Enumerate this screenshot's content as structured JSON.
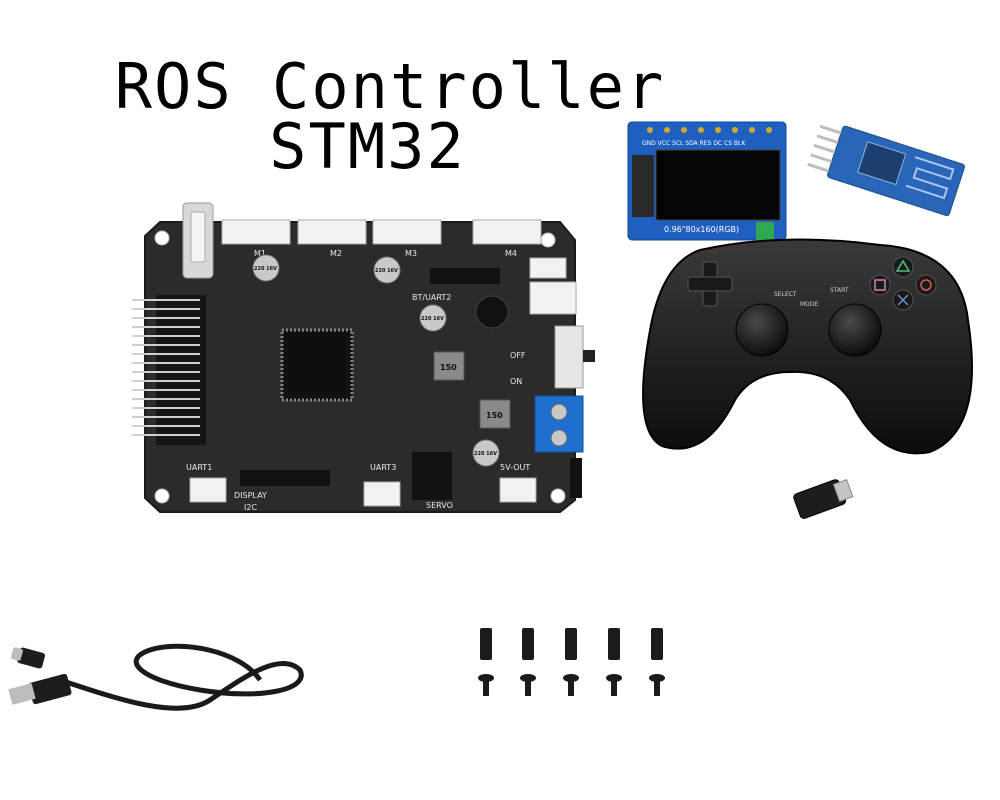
{
  "title": {
    "line1": "ROS Controller",
    "line2": "STM32"
  },
  "board": {
    "motor_headers": [
      "M1",
      "M2",
      "M3",
      "M4"
    ],
    "labels": {
      "bt_uart": "BT/UART2",
      "off": "OFF",
      "on": "ON",
      "uart1": "UART1",
      "uart3": "UART3",
      "display": "DISPLAY",
      "i2c": "I2C",
      "servo": "SERVO",
      "out_5v": "5V-OUT"
    },
    "parts": {
      "cap1": "220 16V",
      "cap2": "220 16V",
      "cap3": "220 16V",
      "cap4": "220 16V",
      "ind1": "150",
      "ind2": "150"
    }
  },
  "lcd": {
    "pin_labels": "GND VCC SCL SDA RES DC CS BLK",
    "spec": "0.96\"80x160(RGB)"
  },
  "gamepad": {
    "select": "SELECT",
    "mode": "MODE",
    "start": "START"
  },
  "colors": {
    "pcb": "#2b2b2b",
    "lcd_board": "#1f5fbf",
    "terminal_block": "#1f6fd0",
    "bluetooth_board": "#2a66b8"
  }
}
